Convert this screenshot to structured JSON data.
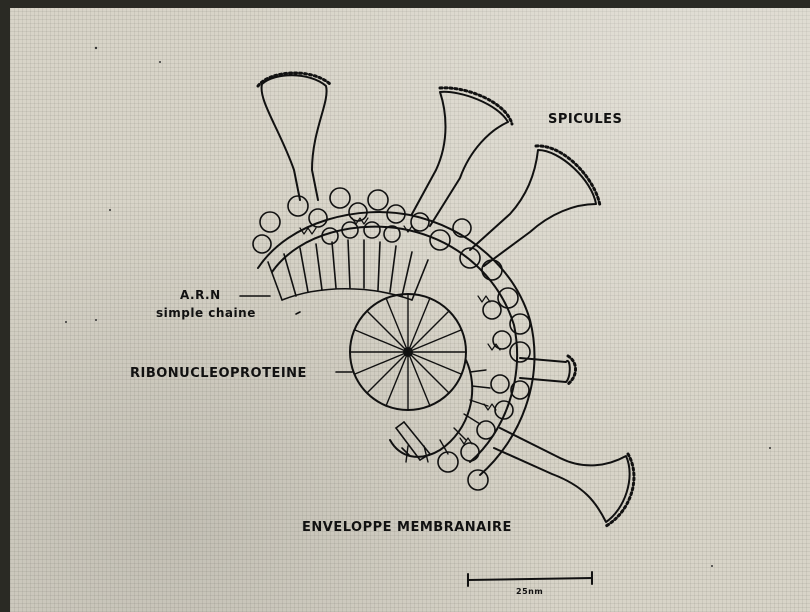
{
  "labels": {
    "spicules": "SPICULES",
    "arn_line1": "A.R.N",
    "arn_line2": "simple chaine",
    "ribonucleoproteine": "RIBONUCLEOPROTEINE",
    "enveloppe": "ENVELOPPE MEMBRANAIRE",
    "scale": "25nm"
  },
  "colors": {
    "paper": "#d8d4c8",
    "ink": "#111111"
  }
}
